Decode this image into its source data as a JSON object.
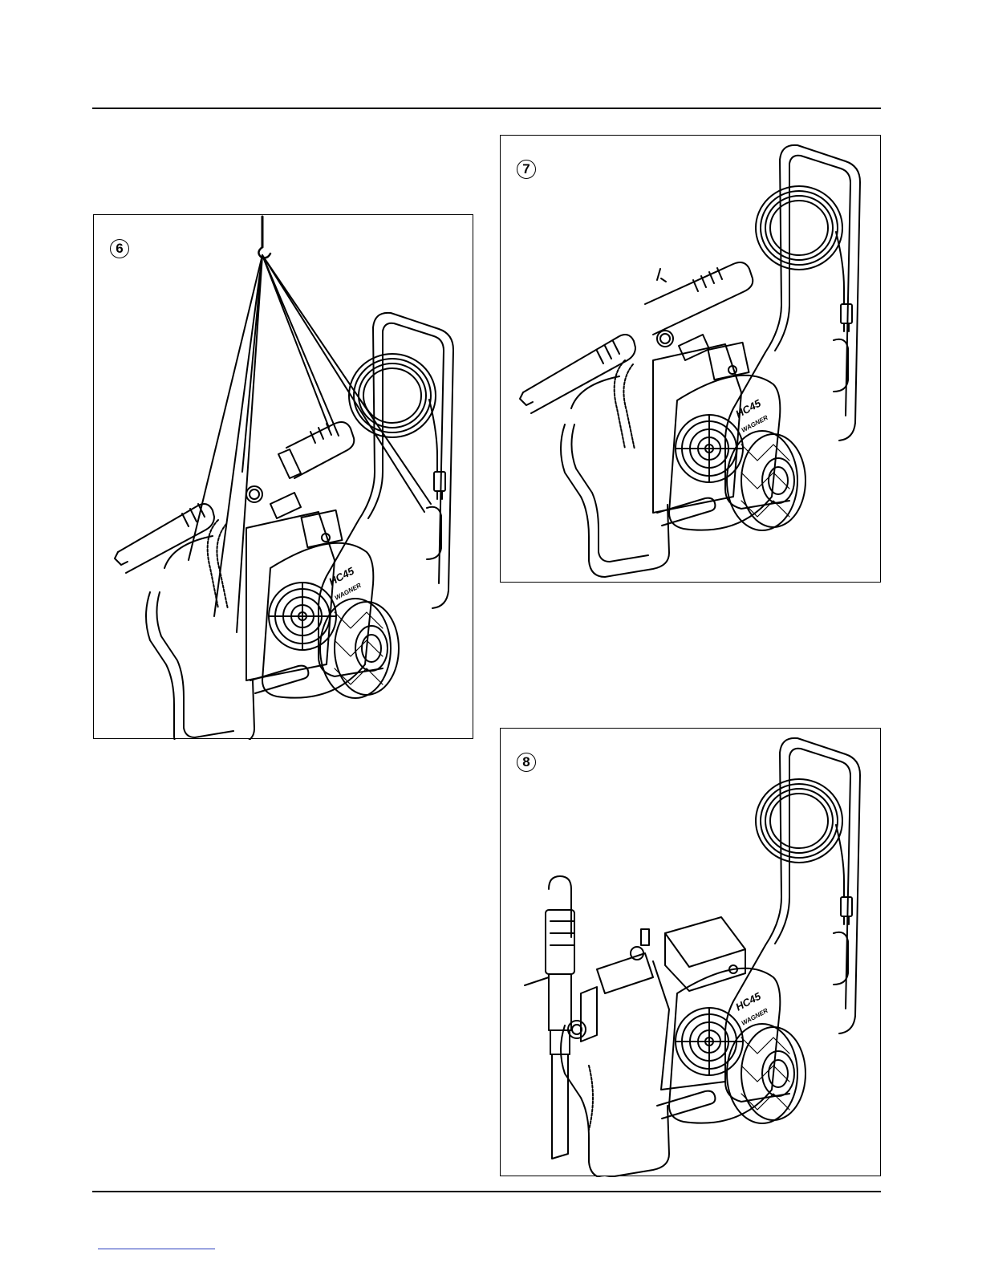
{
  "figures": [
    {
      "id": "fig6",
      "number": "6",
      "model": "HC45",
      "brand": "WAGNER"
    },
    {
      "id": "fig7",
      "number": "7",
      "model": "HC45",
      "brand": "WAGNER"
    },
    {
      "id": "fig8",
      "number": "8",
      "model": "HC45",
      "brand": "WAGNER"
    }
  ]
}
